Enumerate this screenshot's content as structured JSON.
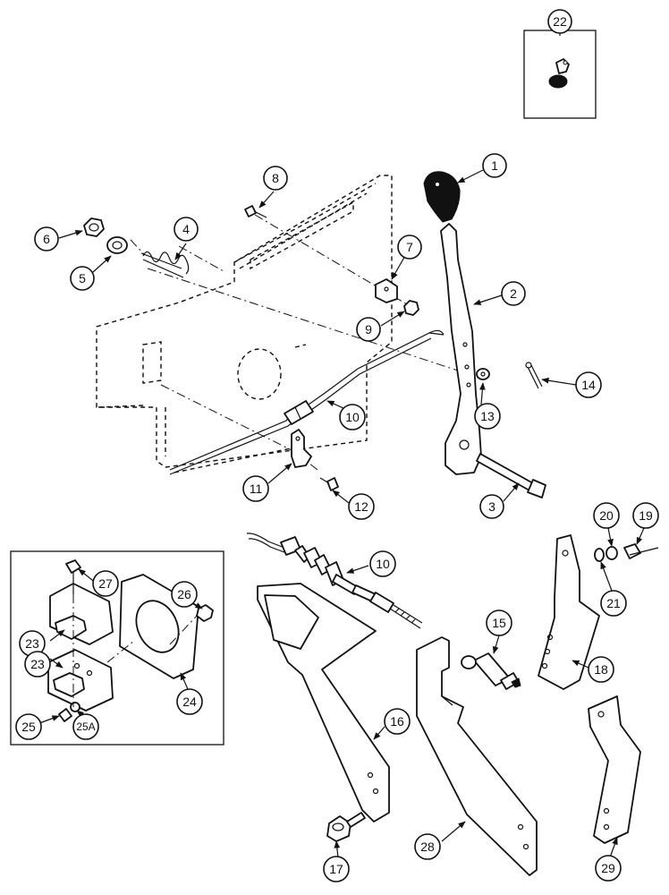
{
  "callouts": {
    "c1": "1",
    "c2": "2",
    "c3": "3",
    "c4": "4",
    "c5": "5",
    "c6": "6",
    "c7": "7",
    "c8": "8",
    "c9": "9",
    "c10a": "10",
    "c10b": "10",
    "c11": "11",
    "c12": "12",
    "c13": "13",
    "c14": "14",
    "c15": "15",
    "c16": "16",
    "c17": "17",
    "c18": "18",
    "c19": "19",
    "c20": "20",
    "c21": "21",
    "c22": "22",
    "c23a": "23",
    "c23b": "23",
    "c24": "24",
    "c25": "25",
    "c25a": "25A",
    "c26": "26",
    "c27": "27",
    "c28": "28",
    "c29": "29"
  }
}
